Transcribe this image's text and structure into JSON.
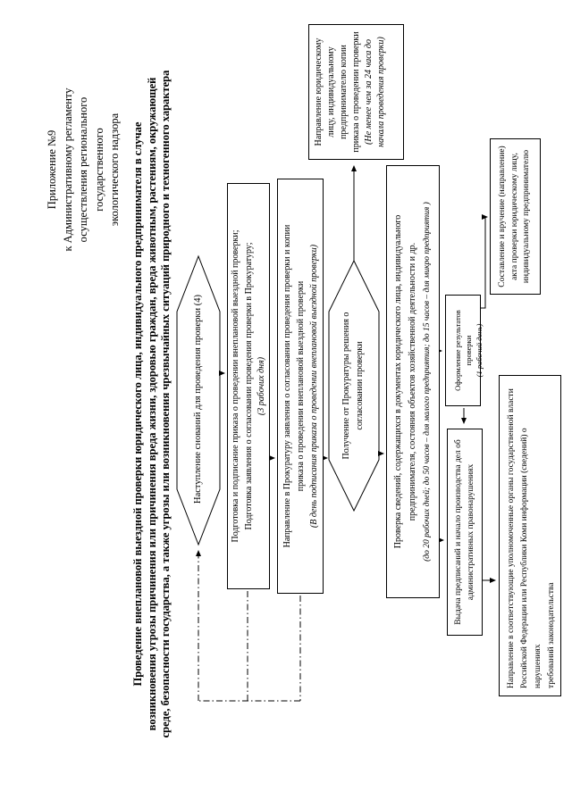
{
  "page": {
    "header_lines": [
      "Приложение №9",
      "к Административному регламенту",
      "осуществления регионального",
      "государственного",
      "экологического надзора"
    ],
    "title_lines": [
      "Проведение внеплановой выездной проверки юридического лица, индивидуального предпринимателя в случае",
      "возникновения угрозы причинения или причинения вреда жизни, здоровью граждан, вреда животным, растениям, окружающей",
      "среде, безопасности государства, а также угрозы или возникновения чрезвычайных ситуаций природного и техногенного характера"
    ]
  },
  "flowchart": {
    "start": {
      "text": "Наступление снований для проведения проверки (4)"
    },
    "prepare_order": {
      "line1": "Подготовка и подписание приказа о проведении внеплановой выездной проверки;",
      "line2": "Подготовка заявления о согласовании проведения проверки в Прокуратуру;",
      "note": "(3 рабочих дня)"
    },
    "send_prosecutor": {
      "line1": "Направление в Прокуратуру заявления о согласовании проведения проверки и копии",
      "line2": "приказа о проведении внеплановой выездной проверки",
      "note": "(В день подписания приказа о проведении внеплановой выездной проверки)"
    },
    "receive_decision": {
      "line1": "Получение от Прокуратуры решения о",
      "line2": "согласовании проверки"
    },
    "notify_entity": {
      "text": "Направление юридическому лицу, индивидуальному предпринимателю копии приказа о проведении проверки",
      "note": "(Не менее чем за 24 часа до начала проведения проверки)"
    },
    "inspection": {
      "line1": "Проверка сведений, содержащихся в документах юридического лица, индивидуального",
      "line2": "предпринимателя, состояния объектов хозяйственной деятельности и др.",
      "note": "(до 20 рабочих дней; до 50 часов – для малого предприятия; до 15 часов – для микро предприятия )"
    },
    "results": {
      "text": "Оформление результатов проверки",
      "note": "(1 рабочий день)"
    },
    "prescriptions": {
      "text": "Выдача предписаний и начало производства дел об административных правонарушениях"
    },
    "act": {
      "text": "Составление и вручение (направление) акта проверки юридическому лицу, индивидуальному предпринимателю"
    },
    "inform_authorities": {
      "line1": "Направление в соответствующие уполномоченные органы государственной власти",
      "line2": "Российской Федерации или Республики Коми информации (сведений) о нарушениях",
      "line3": "требований законодательства"
    }
  }
}
